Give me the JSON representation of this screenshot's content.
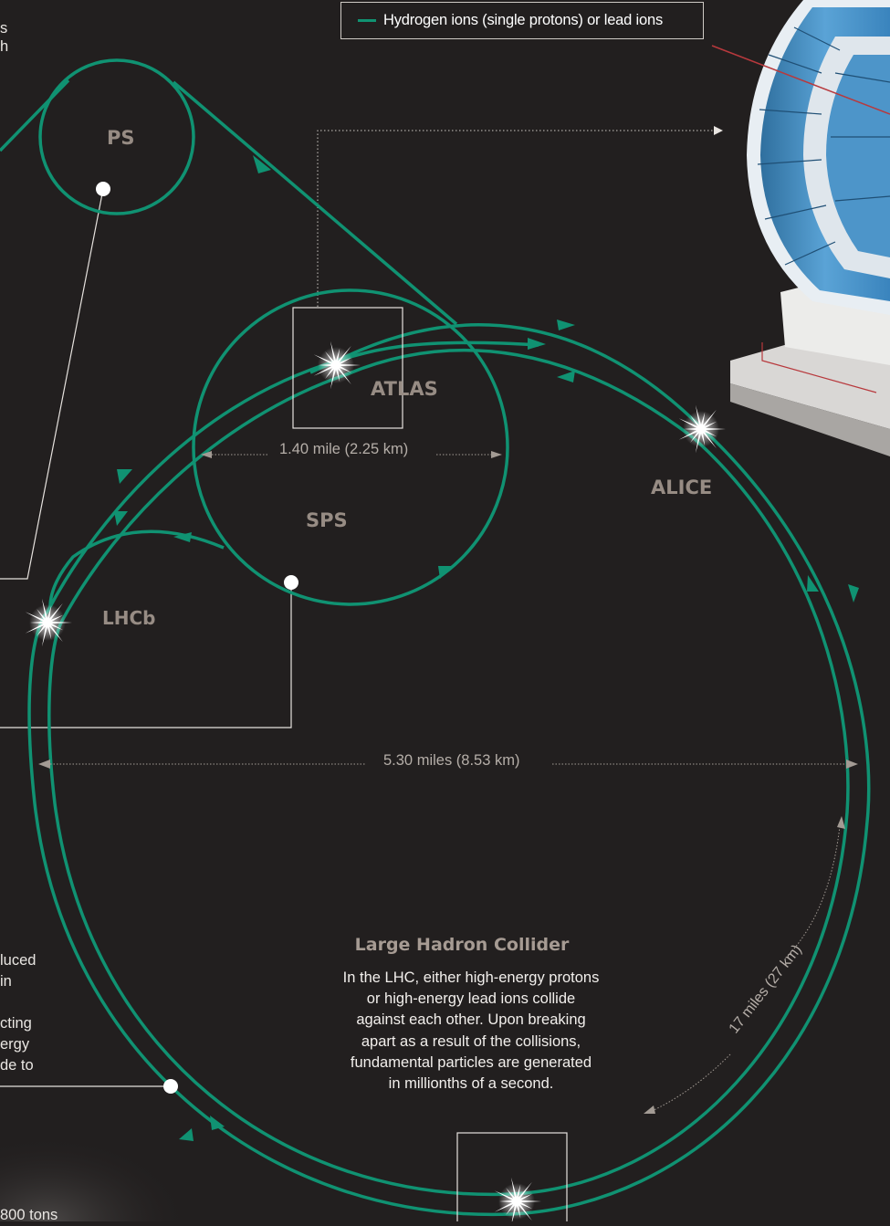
{
  "legend": {
    "label": "Hydrogen ions (single protons) or lead ions",
    "color": "#109272"
  },
  "accelerators": {
    "ps": "PS",
    "sps": "SPS"
  },
  "experiments": {
    "atlas": "ATLAS",
    "alice": "ALICE",
    "lhcb": "LHCb"
  },
  "measurements": {
    "sps_diameter": "1.40 mile (2.25 km)",
    "lhc_diameter": "5.30 miles (8.53 km)",
    "lhc_circumference": "17 miles (27 km)"
  },
  "lhc": {
    "title": "Large Hadron Collider",
    "body": [
      "In the LHC, either high-energy protons",
      "or high-energy lead ions collide",
      "against each other. Upon breaking",
      "apart as a result of the collisions,",
      "fundamental particles are generated",
      "in millionths of a second."
    ]
  },
  "fragments": {
    "top_left_1": "s",
    "top_left_2": "h",
    "mid_left_1": "luced",
    "mid_left_2": "in",
    "mid_left_3": "cting",
    "mid_left_4": "ergy",
    "mid_left_5": "de to",
    "bottom_left": "800 tons"
  },
  "colors": {
    "background": "#221f1f",
    "beam": "#109272",
    "label": "#978c84"
  }
}
